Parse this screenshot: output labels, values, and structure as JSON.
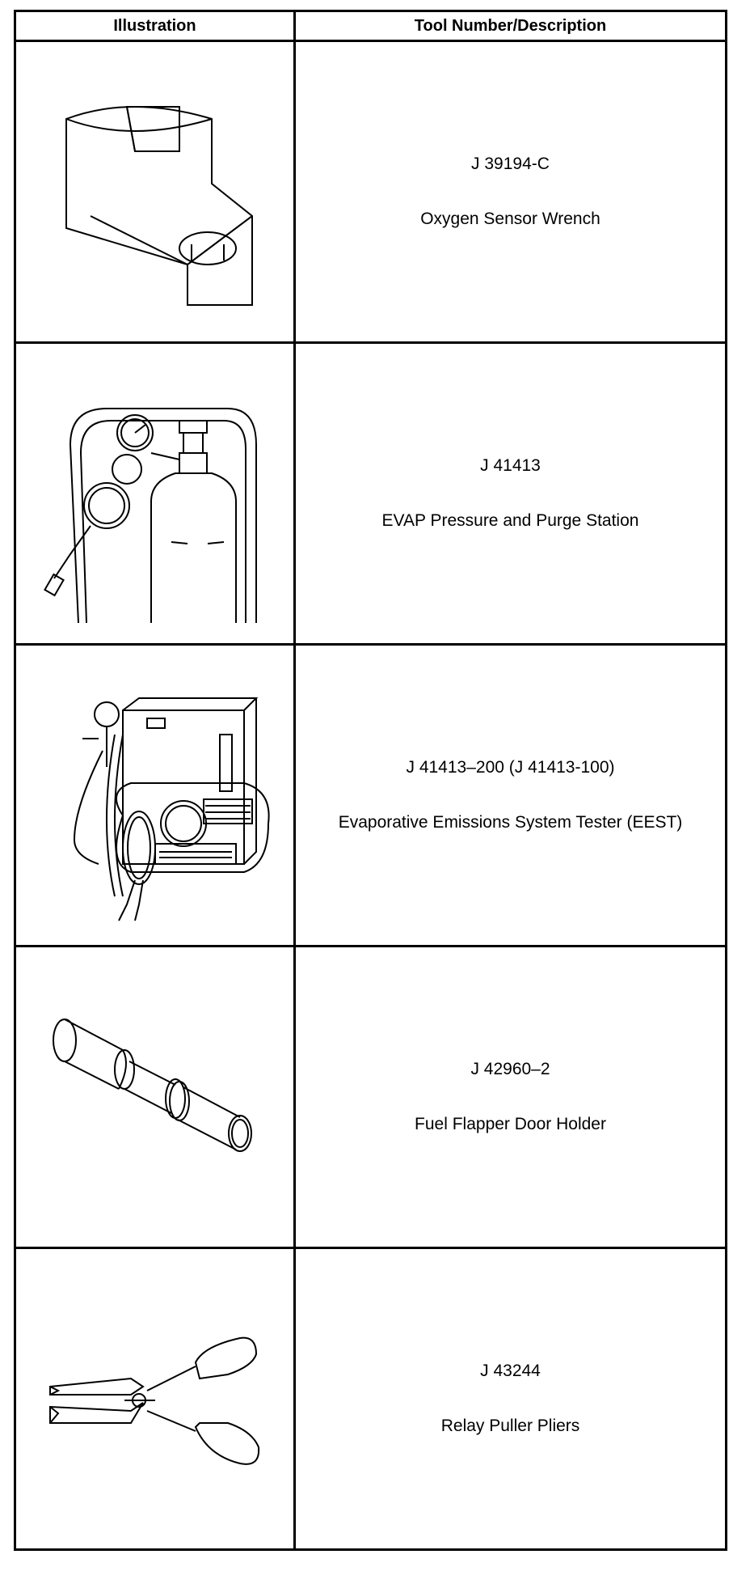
{
  "table": {
    "headers": {
      "illustration": "Illustration",
      "description": "Tool Number/Description"
    },
    "rows": [
      {
        "tool_number": "J 39194-C",
        "description": "Oxygen Sensor Wrench",
        "icon": "oxygen-sensor-wrench-icon"
      },
      {
        "tool_number": "J 41413",
        "description": "EVAP Pressure and Purge Station",
        "icon": "evap-purge-station-icon"
      },
      {
        "tool_number": "J 41413–200 (J 41413-100)",
        "description": "Evaporative Emissions System Tester (EEST)",
        "icon": "emissions-tester-icon"
      },
      {
        "tool_number": "J 42960–2",
        "description": "Fuel Flapper Door Holder",
        "icon": "flapper-door-holder-icon"
      },
      {
        "tool_number": "J 43244",
        "description": "Relay Puller Pliers",
        "icon": "relay-puller-pliers-icon"
      }
    ]
  }
}
